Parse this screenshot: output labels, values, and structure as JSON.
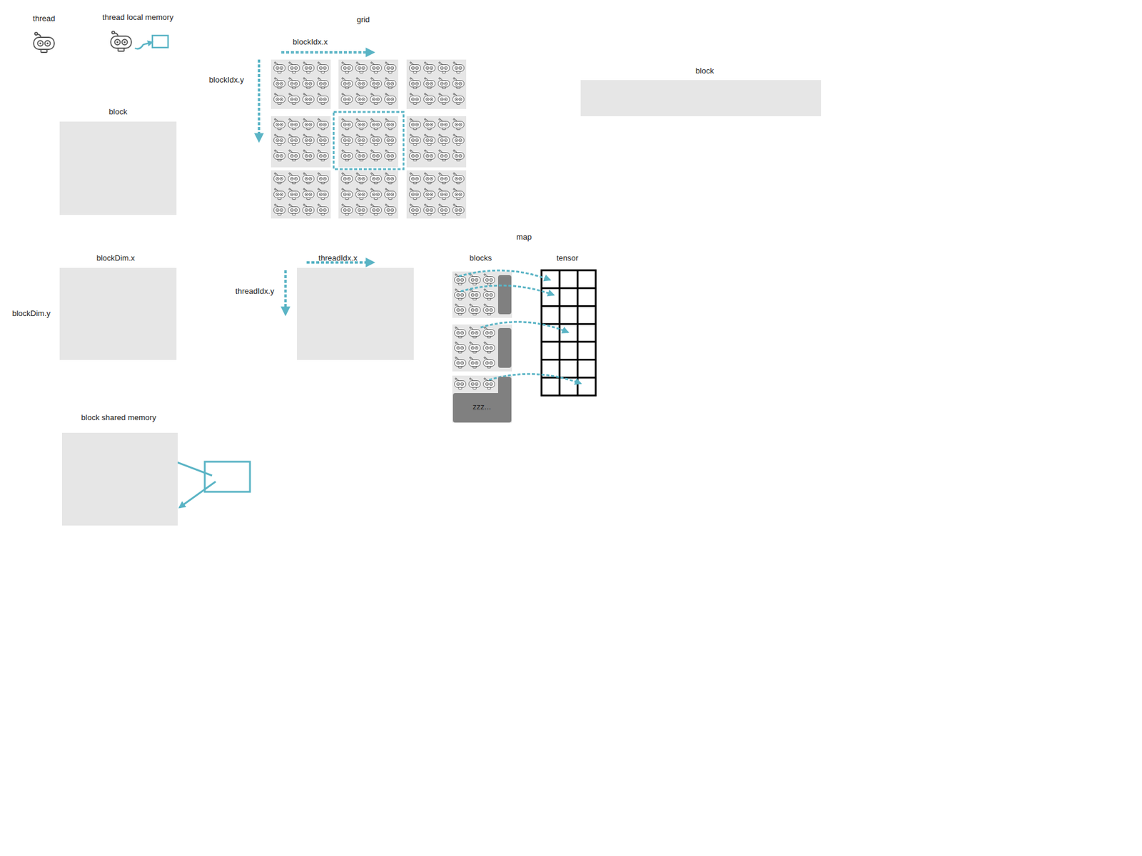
{
  "diagram": {
    "nodes": [
      {
        "text": [
          "block"
        ]
      },
      {
        "text": [
          "block"
        ]
      },
      {
        "text": [
          "blockDim.x",
          "blockDim.y"
        ]
      },
      {
        "text": [
          "threadIdx.x",
          "threadIdx.y"
        ]
      },
      {
        "text": [
          "block shared memory"
        ]
      },
      {
        "text": [
          "zzz..."
        ]
      }
    ],
    "labels": [
      "thread",
      "thread local memory",
      "grid",
      "blockIdx.x",
      "blockIdx.y",
      "map",
      "blocks",
      "tensor"
    ]
  }
}
